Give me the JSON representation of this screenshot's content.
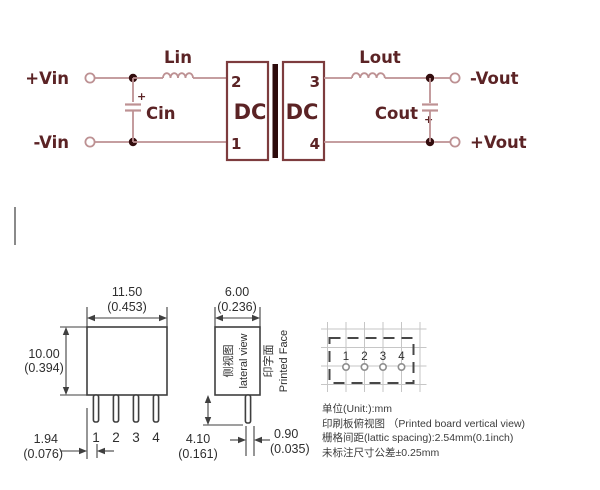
{
  "circuit": {
    "labels": {
      "vin_pos": "+Vin",
      "vin_neg": "-Vin",
      "vout_neg": "-Vout",
      "vout_pos": "+Vout",
      "lin": "Lin",
      "cin": "Cin",
      "lout": "Lout",
      "cout": "Cout",
      "dc_left": "DC",
      "dc_right": "DC",
      "pin2": "2",
      "pin1": "1",
      "pin3": "3",
      "pin4": "4",
      "plus": "+"
    },
    "colors": {
      "wire": "#bd9193",
      "text": "#5b2325",
      "junction": "#330d0e",
      "transformer_bar": "#2d0b0c"
    }
  },
  "mech": {
    "front": {
      "dim_w": "11.50",
      "dim_w_in": "(0.453)",
      "dim_h": "10.00",
      "dim_h_in": "(0.394)",
      "pin_offset": "1.94",
      "pin_offset_in": "(0.076)",
      "pins": [
        "1",
        "2",
        "3",
        "4"
      ]
    },
    "side": {
      "dim_w": "6.00",
      "dim_w_in": "(0.236)",
      "pin_len": "4.10",
      "pin_len_in": "(0.161)",
      "pin_w": "0.90",
      "pin_w_in": "(0.035)",
      "view_cn": "侧视图",
      "view_en": "lateral view",
      "face_cn": "印字面",
      "face_en": "Printed Face"
    },
    "pcb": {
      "pins": [
        "1",
        "2",
        "3",
        "4"
      ]
    },
    "notes": [
      "单位(Unit:):mm",
      "印刷板俯视图 （Printed board vertical view)",
      "栅格间距(lattic spacing):2.54mm(0.1inch)",
      "未标注尺寸公差±0.25mm"
    ]
  }
}
